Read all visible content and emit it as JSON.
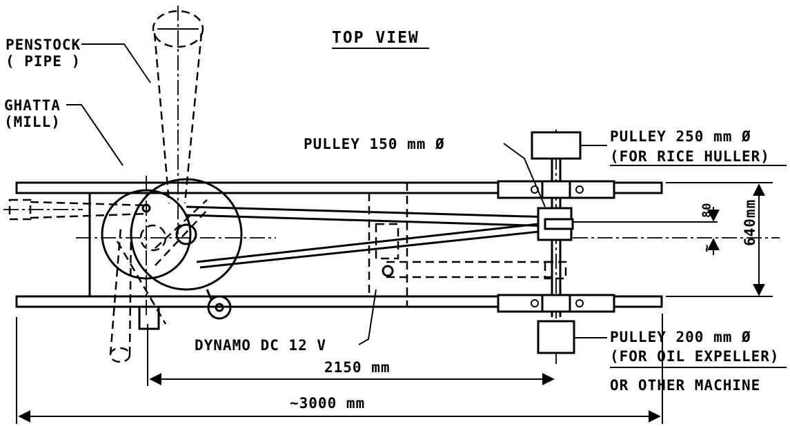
{
  "diagram": {
    "title": "TOP VIEW",
    "labels": {
      "penstock_line1": "PENSTOCK",
      "penstock_line2": "( PIPE )",
      "ghatta_line1": "GHATTA",
      "ghatta_line2": "(MILL)",
      "pulley150": "PULLEY 150 mm Ø",
      "pulley250_line1": "PULLEY  250 mm Ø",
      "pulley250_line2": "(FOR RICE HULLER)",
      "dynamo": "DYNAMO  DC 12 V",
      "pulley200_line1": "PULLEY    200 mm Ø",
      "pulley200_line2": "(FOR OIL EXPELLER)",
      "other_machine": "OR OTHER MACHINE",
      "dim_2150": "2150 mm",
      "dim_3000": "~3000 mm",
      "dim_640": "640mm",
      "dim_80": "80",
      "dim_tilde": "~"
    }
  }
}
